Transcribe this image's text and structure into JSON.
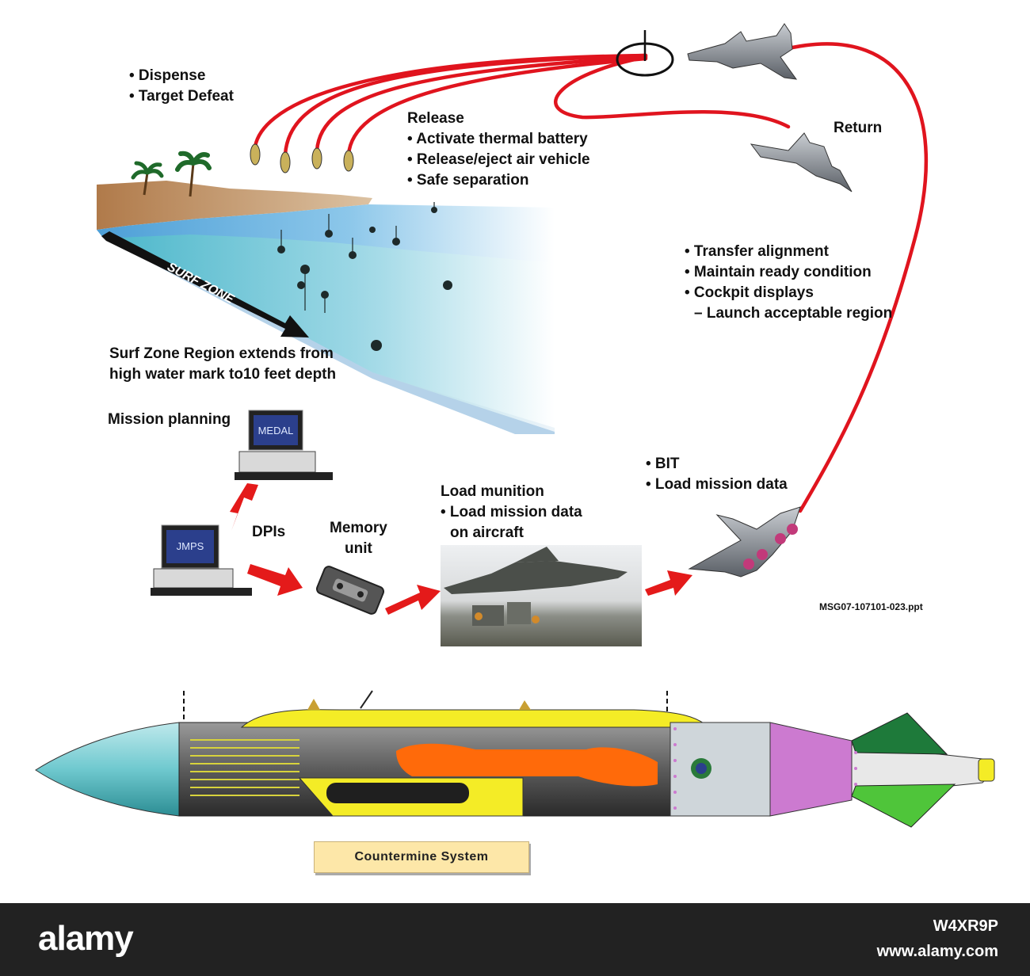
{
  "labels": {
    "dispense_list": [
      "• Dispense",
      "• Target Defeat"
    ],
    "release_title": "Release",
    "release_list": [
      "• Activate thermal battery",
      "• Release/eject air vehicle",
      "• Safe separation"
    ],
    "return_label": "Return",
    "transfer_list": [
      "• Transfer alignment",
      "• Maintain ready condition",
      "• Cockpit displays",
      "– Launch acceptable region"
    ],
    "surf_zone_caption": [
      "Surf Zone Region extends from",
      "high water mark to10 feet depth"
    ],
    "mission_planning": "Mission planning",
    "medal": "MEDAL",
    "jmps": "JMPS",
    "dpis": "DPIs",
    "memory_unit": [
      "Memory",
      "unit"
    ],
    "load_munition_title": "Load munition",
    "load_munition_list": [
      "• Load mission data",
      "on aircraft"
    ],
    "bit_list": [
      "• BIT",
      "• Load mission data"
    ],
    "file_ref": "MSG07-107101-023.ppt",
    "countermine_caption": "Countermine System"
  },
  "footer": {
    "brand": "alamy",
    "image_id": "W4XR9P",
    "url": "www.alamy.com"
  },
  "colors": {
    "flight_path": "#e0141e",
    "arrow": "#e41a1a",
    "footer_bg": "#222222",
    "caption_bg": "#fde7a8",
    "nose_cone": "#6fc9cf",
    "body_yellow": "#f4ec26",
    "tail_green": "#4fc53a",
    "fuel_orange": "#ff6a0a"
  },
  "icons": [
    "computer-icon",
    "memory-unit-icon",
    "aircraft-icon",
    "bomb-icon",
    "palm-tree-icon",
    "target-reticle-icon"
  ]
}
